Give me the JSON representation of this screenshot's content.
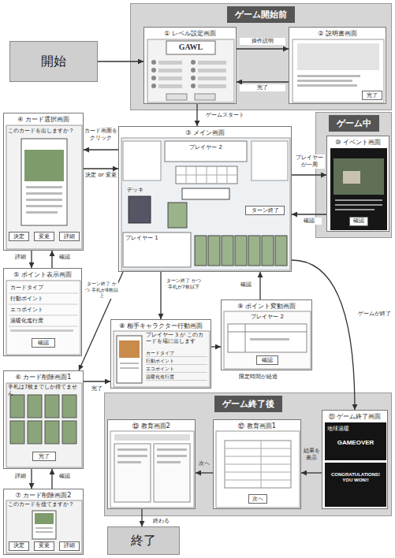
{
  "diagram": {
    "nodes": [
      {
        "text": [
          "開始"
        ]
      },
      {
        "text": [
          "ゲーム開始前"
        ]
      },
      {
        "text": [
          "① レベル設定画面"
        ],
        "in": 1
      },
      {
        "text": [
          "② 説明書画面"
        ],
        "in": 1
      },
      {
        "text": [
          "④ カード選択画面"
        ]
      },
      {
        "text": [
          "③ メイン画面"
        ]
      },
      {
        "text": [
          "ゲーム中"
        ]
      },
      {
        "text": [
          "⑩ イベント画面"
        ],
        "in": 6
      },
      {
        "text": [
          "⑤ ポイント表示画面"
        ]
      },
      {
        "text": [
          "⑥ カード削除画面1"
        ]
      },
      {
        "text": [
          "⑧ 相手キャラクター行動画面"
        ]
      },
      {
        "text": [
          "⑨ ポイント変動画面"
        ]
      },
      {
        "text": [
          "⑦ カード削除画面2"
        ]
      },
      {
        "text": [
          "ゲーム終了後"
        ]
      },
      {
        "text": [
          "⑪ ゲーム終了画面"
        ],
        "in": 13
      },
      {
        "text": [
          "⑫ 教育画面1"
        ],
        "in": 13
      },
      {
        "text": [
          "⑬ 教育画面2"
        ],
        "in": 13
      },
      {
        "text": [
          "終了"
        ]
      }
    ],
    "edges": [
      {
        "from": 0,
        "to": 2,
        "arrow": "to"
      },
      {
        "from": 2,
        "to": 3,
        "label": "操作説明",
        "arrow": "to"
      },
      {
        "from": 3,
        "to": 2,
        "label": "完了",
        "arrow": "to"
      },
      {
        "from": 2,
        "to": 5,
        "label": "ゲームスタート",
        "arrow": "to"
      },
      {
        "from": 5,
        "to": 4,
        "label": "カード画面をクリック",
        "arrow": "to"
      },
      {
        "from": 4,
        "to": 5,
        "label": "決定 or 変更",
        "arrow": "to"
      },
      {
        "from": 4,
        "to": 8,
        "label": "詳細",
        "arrow": "to"
      },
      {
        "from": 8,
        "to": 4,
        "label": "確認",
        "arrow": "to"
      },
      {
        "from": 5,
        "to": 9,
        "label": "ターン終了 かつ 手札が8枚以上",
        "arrow": "to"
      },
      {
        "from": 5,
        "to": 10,
        "label": "ターン終了 かつ 手札が7枚以下",
        "arrow": "to"
      },
      {
        "from": 9,
        "to": 10,
        "label": "完了",
        "arrow": "to"
      },
      {
        "from": 10,
        "to": 11,
        "label": "限定時間が経過",
        "arrow": "to"
      },
      {
        "from": 11,
        "to": 5,
        "label": "確認",
        "arrow": "to"
      },
      {
        "from": 5,
        "to": 7,
        "label": "プレイヤーが一周",
        "arrow": "to"
      },
      {
        "from": 7,
        "to": 5,
        "label": "確認",
        "arrow": "to"
      },
      {
        "from": 5,
        "to": 14,
        "label": "ゲームが終了",
        "arrow": "to"
      },
      {
        "from": 14,
        "to": 15,
        "label": "結果を表示",
        "arrow": "to"
      },
      {
        "from": 15,
        "to": 16,
        "label": "次へ",
        "arrow": "to"
      },
      {
        "from": 16,
        "to": 17,
        "label": "終わる",
        "arrow": "to"
      },
      {
        "from": 9,
        "to": 12,
        "label": "詳細",
        "arrow": "to"
      },
      {
        "from": 12,
        "to": 9,
        "label": "確認",
        "arrow": "to"
      }
    ],
    "labels": [
      "GAWL",
      "完了",
      "このカードを出しますか？",
      "決定",
      "変更",
      "詳細",
      "プレイヤー 2",
      "デッキ",
      "ターン終了",
      "プレイヤー 1",
      "確認",
      "カードタイプ",
      "行動ポイント",
      "エコポイント",
      "温暖化進行度",
      "確認",
      "手札は7枚までしか持てません",
      "完了",
      "プレイヤー 3 が このカードを場に出します",
      "カードタイプ",
      "行動ポイント",
      "エコポイント",
      "温暖化進行度",
      "プレイヤー 2",
      "確認",
      "このカードを捨てますか？",
      "決定",
      "変更",
      "詳細",
      "地球温暖",
      "GAMEOVER",
      "CONGRATULATIONS! YOU WON!!",
      "次へ"
    ]
  }
}
